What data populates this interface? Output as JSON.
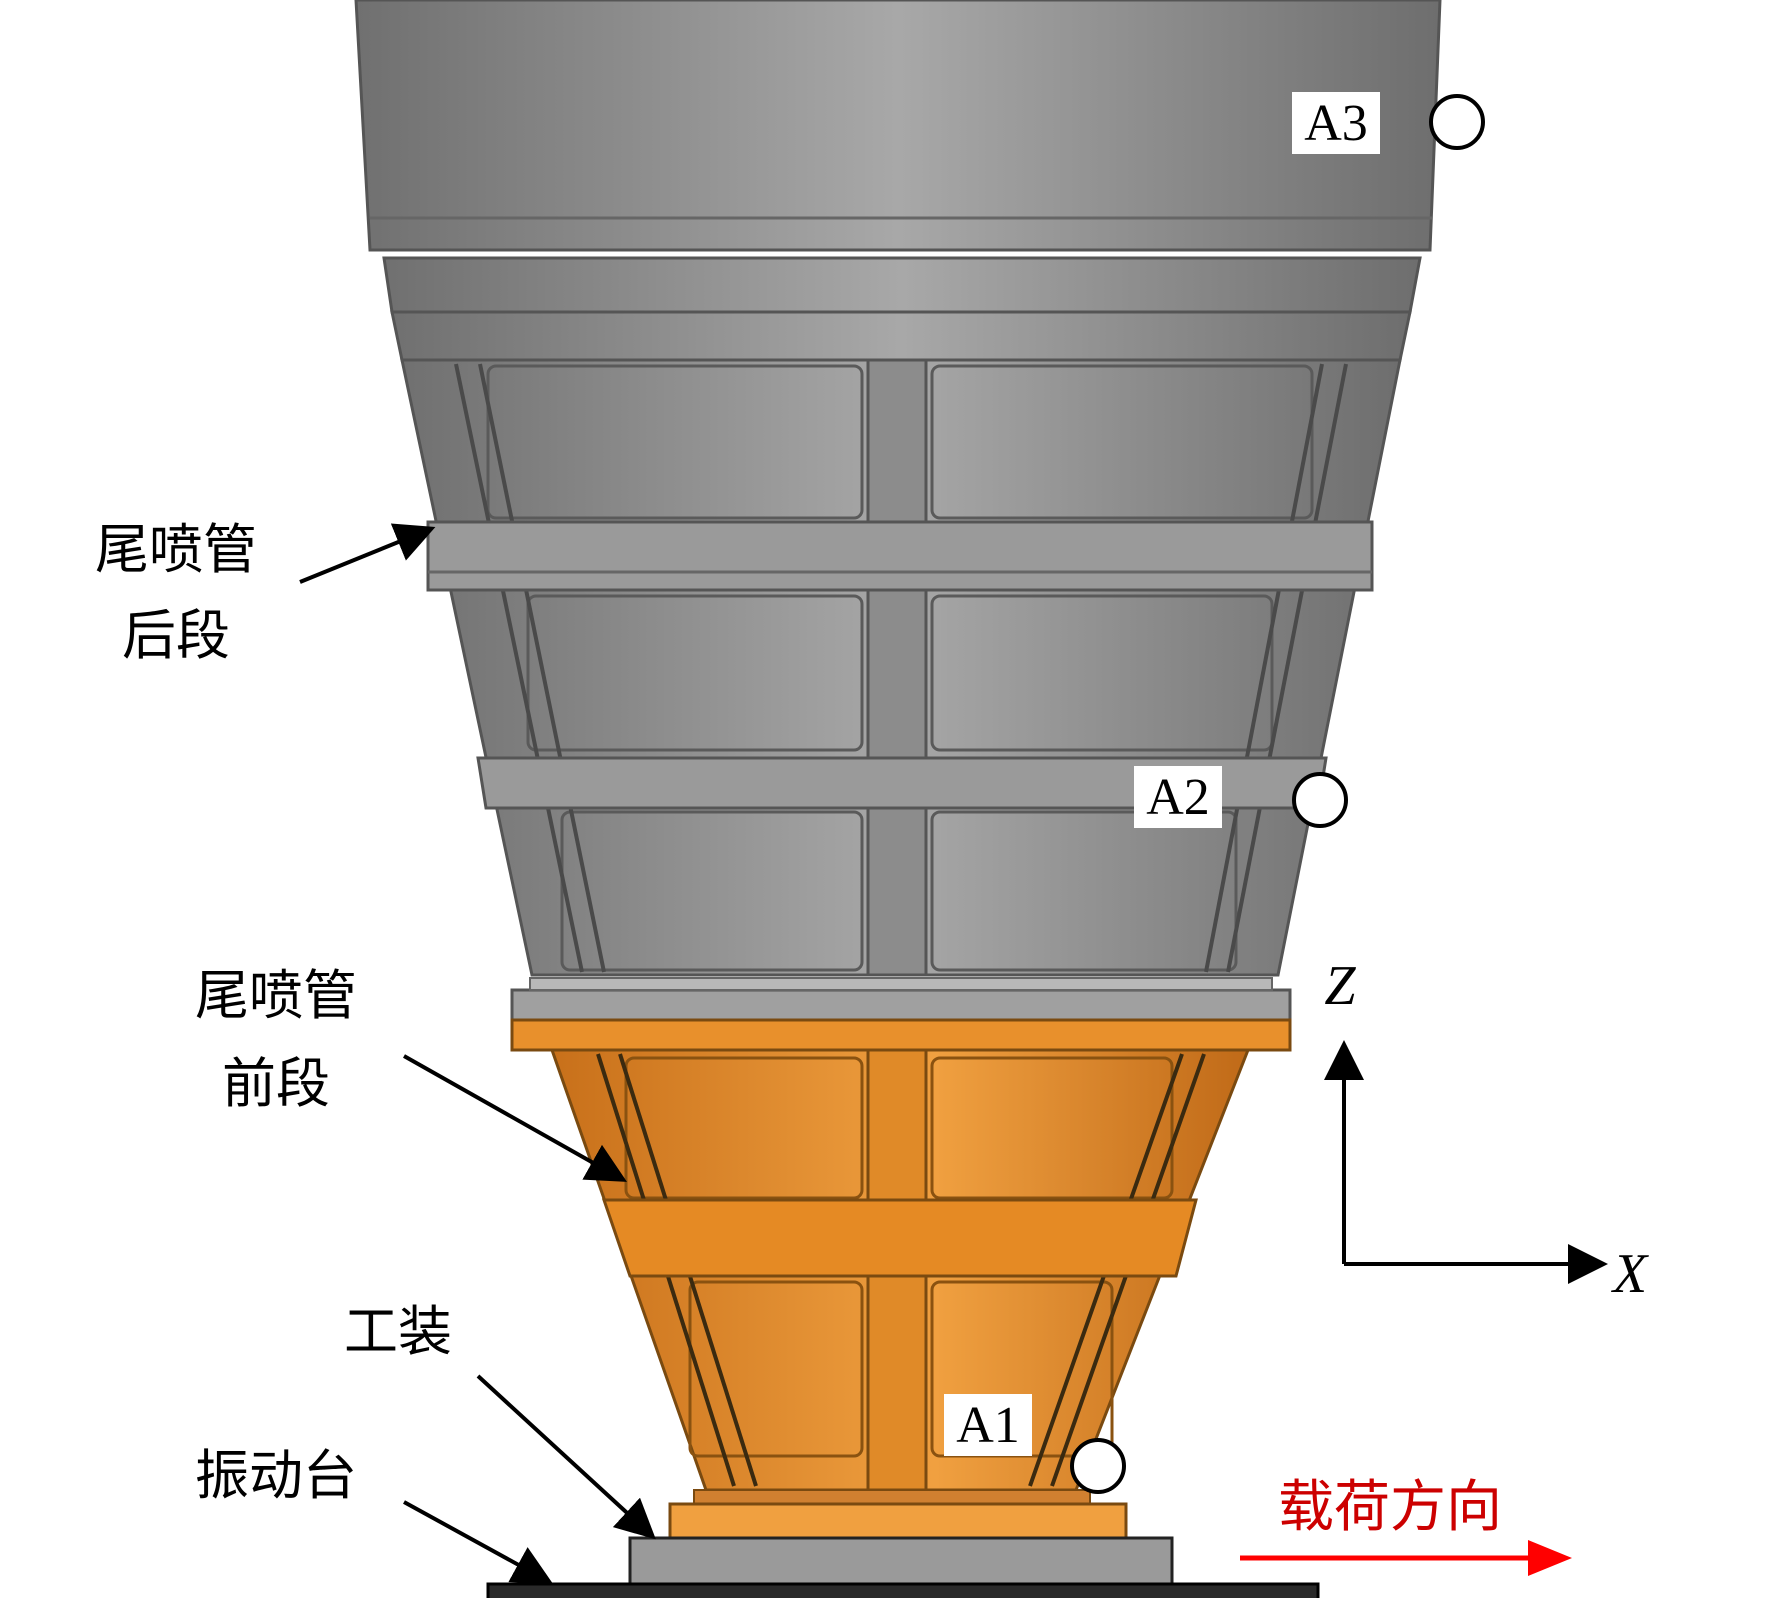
{
  "labels": {
    "rear_line1": "尾喷管",
    "rear_line2": "后段",
    "front_line1": "尾喷管",
    "front_line2": "前段",
    "fixture": "工装",
    "shaker": "振动台",
    "load_direction": "载荷方向"
  },
  "measure_points": [
    "A3",
    "A2",
    "A1"
  ],
  "axes": {
    "z": "Z",
    "x": "X"
  },
  "colors": {
    "rear_section": "#8f8f8f",
    "front_section": "#e58a24",
    "fixture": "#9a9a9a",
    "shaker": "#2a2a2a",
    "load_arrow": "#ff0000",
    "load_text": "#cc0000"
  }
}
